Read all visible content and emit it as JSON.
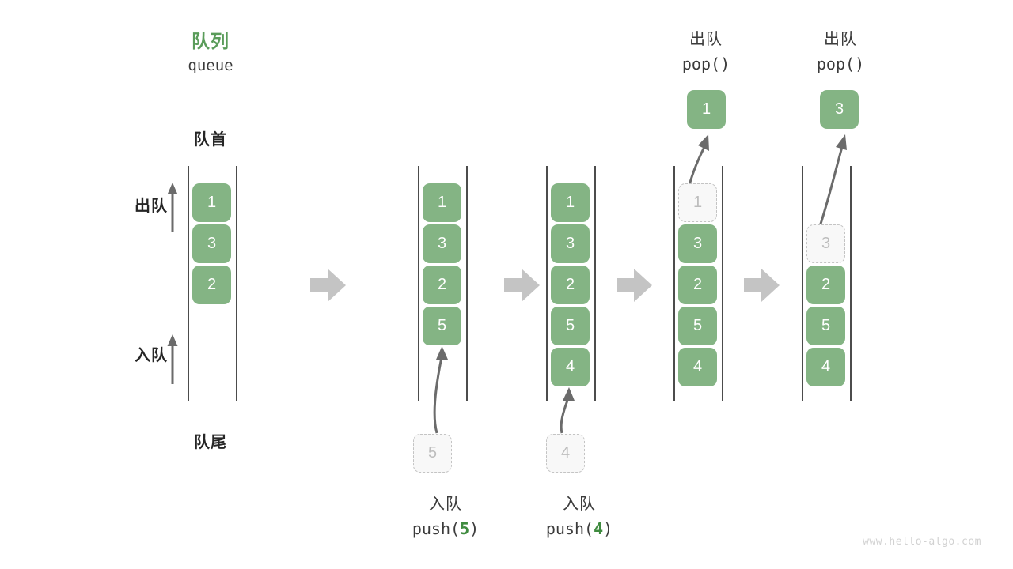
{
  "diagram": {
    "title_cn": "队列",
    "title_en": "queue",
    "front_label": "队首",
    "rear_label": "队尾",
    "dequeue_side_label": "出队",
    "enqueue_side_label": "入队",
    "watermark": "www.hello-algo.com",
    "colors": {
      "accent_green": "#84b484",
      "title_green": "#5a9c5a",
      "code_arg_green": "#3f8b3f",
      "ghost_border": "#c4c4c4",
      "ghost_fill": "#f8f8f8",
      "ghost_text": "#bdbdbd",
      "rail": "#4c4c4c",
      "separator_arrow": "#c4c4c4",
      "text_dark": "#3b3b3b",
      "watermark": "#d2d2d2"
    },
    "steps": [
      {
        "id": "initial",
        "caption_cn": "",
        "caption_code": "",
        "cells": [
          "1",
          "3",
          "2"
        ],
        "ghost_index": null,
        "detached_value": null,
        "detached_kind": null
      },
      {
        "id": "push-5",
        "caption_cn": "入队",
        "caption_code_prefix": "push(",
        "caption_code_arg": "5",
        "caption_code_suffix": ")",
        "cells": [
          "1",
          "3",
          "2",
          "5"
        ],
        "ghost_index": null,
        "detached_value": "5",
        "detached_kind": "push-ghost"
      },
      {
        "id": "push-4",
        "caption_cn": "入队",
        "caption_code_prefix": "push(",
        "caption_code_arg": "4",
        "caption_code_suffix": ")",
        "cells": [
          "1",
          "3",
          "2",
          "5",
          "4"
        ],
        "ghost_index": null,
        "detached_value": "4",
        "detached_kind": "push-ghost"
      },
      {
        "id": "pop-1",
        "caption_cn": "出队",
        "caption_code_prefix": "pop(",
        "caption_code_arg": "",
        "caption_code_suffix": ")",
        "cells": [
          "1",
          "3",
          "2",
          "5",
          "4"
        ],
        "ghost_index": 0,
        "detached_value": "1",
        "detached_kind": "pop-result"
      },
      {
        "id": "pop-3",
        "caption_cn": "出队",
        "caption_code_prefix": "pop(",
        "caption_code_arg": "",
        "caption_code_suffix": ")",
        "cells": [
          "",
          "3",
          "2",
          "5",
          "4"
        ],
        "ghost_index": 1,
        "detached_value": "3",
        "detached_kind": "pop-result"
      }
    ]
  }
}
